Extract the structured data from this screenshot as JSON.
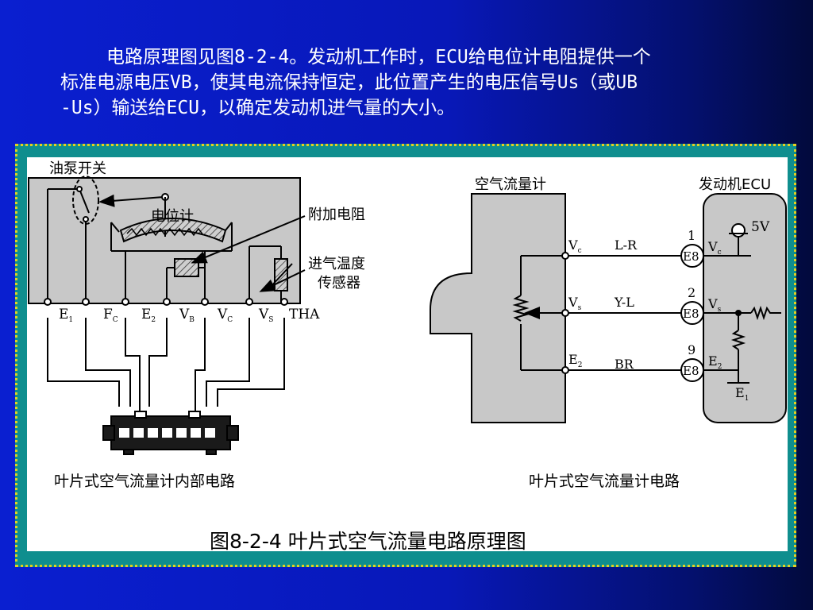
{
  "caption": {
    "line1": "电路原理图见图8-2-4。发动机工作时，ECU给电位计电阻提供一个",
    "line2": "标准电源电压VB，使其电流保持恒定，此位置产生的电压信号Us（或UB",
    "line3": "-Us）输送给ECU，以确定发动机进气量的大小。"
  },
  "left_diagram": {
    "label_pump_switch": "油泵开关",
    "label_potentiometer": "电位计",
    "label_extra_resistor": "附加电阻",
    "label_temp_sensor_l1": "进气温度",
    "label_temp_sensor_l2": "传感器",
    "terminals": [
      {
        "main": "E",
        "sub": "1"
      },
      {
        "main": "F",
        "sub": "C"
      },
      {
        "main": "E",
        "sub": "2"
      },
      {
        "main": "V",
        "sub": "B"
      },
      {
        "main": "V",
        "sub": "C"
      },
      {
        "main": "V",
        "sub": "S"
      }
    ],
    "terminal_tha": "THA",
    "caption": "叶片式空气流量计内部电路"
  },
  "right_diagram": {
    "label_meter": "空气流量计",
    "label_ecu": "发动机ECU",
    "label_5v": "5V",
    "wires": [
      {
        "left_main": "V",
        "left_sub": "c",
        "color": "L-R",
        "pin": "1",
        "conn": "E8",
        "right_main": "V",
        "right_sub": "c"
      },
      {
        "left_main": "V",
        "left_sub": "s",
        "color": "Y-L",
        "pin": "2",
        "conn": "E8",
        "right_main": "V",
        "right_sub": "s"
      },
      {
        "left_main": "E",
        "left_sub": "2",
        "color": "BR",
        "pin": "9",
        "conn": "E8",
        "right_main": "E",
        "right_sub": "2"
      }
    ],
    "ground_main": "E",
    "ground_sub": "1",
    "caption": "叶片式空气流量计电路"
  },
  "figure_title": "图8-2-4 叶片式空气流量电路原理图"
}
